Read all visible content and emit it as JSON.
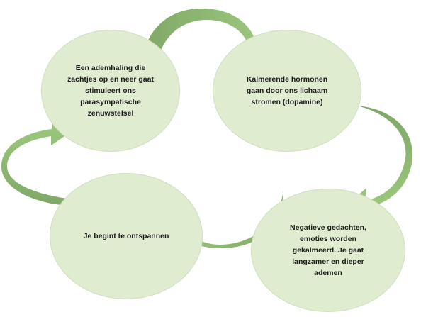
{
  "diagram": {
    "type": "cycle",
    "colors": {
      "node_fill": "#dfeccf",
      "node_border": "#cfdfbf",
      "arrow_light": "#9dc97e",
      "arrow_dark": "#7fa866"
    },
    "nodes": [
      {
        "id": "top-left",
        "text": "Een ademhaling die\nzachtjes op en neer gaat\nstimuleert ons\nparasympatische\nzenuwstelsel"
      },
      {
        "id": "top-right",
        "text": "Kalmerende hormonen\ngaan door ons lichaam\nstromen (dopamine)"
      },
      {
        "id": "bottom-right",
        "text": "Negatieve gedachten,\nemoties worden\ngekalmeerd. Je gaat\nlangzamer en dieper\nademen"
      },
      {
        "id": "bottom-left",
        "text": "Je begint te ontspannen"
      }
    ],
    "edges": [
      {
        "from": "top-left",
        "to": "top-right"
      },
      {
        "from": "top-right",
        "to": "bottom-right"
      },
      {
        "from": "bottom-right",
        "to": "bottom-left"
      },
      {
        "from": "bottom-left",
        "to": "top-left"
      }
    ]
  }
}
